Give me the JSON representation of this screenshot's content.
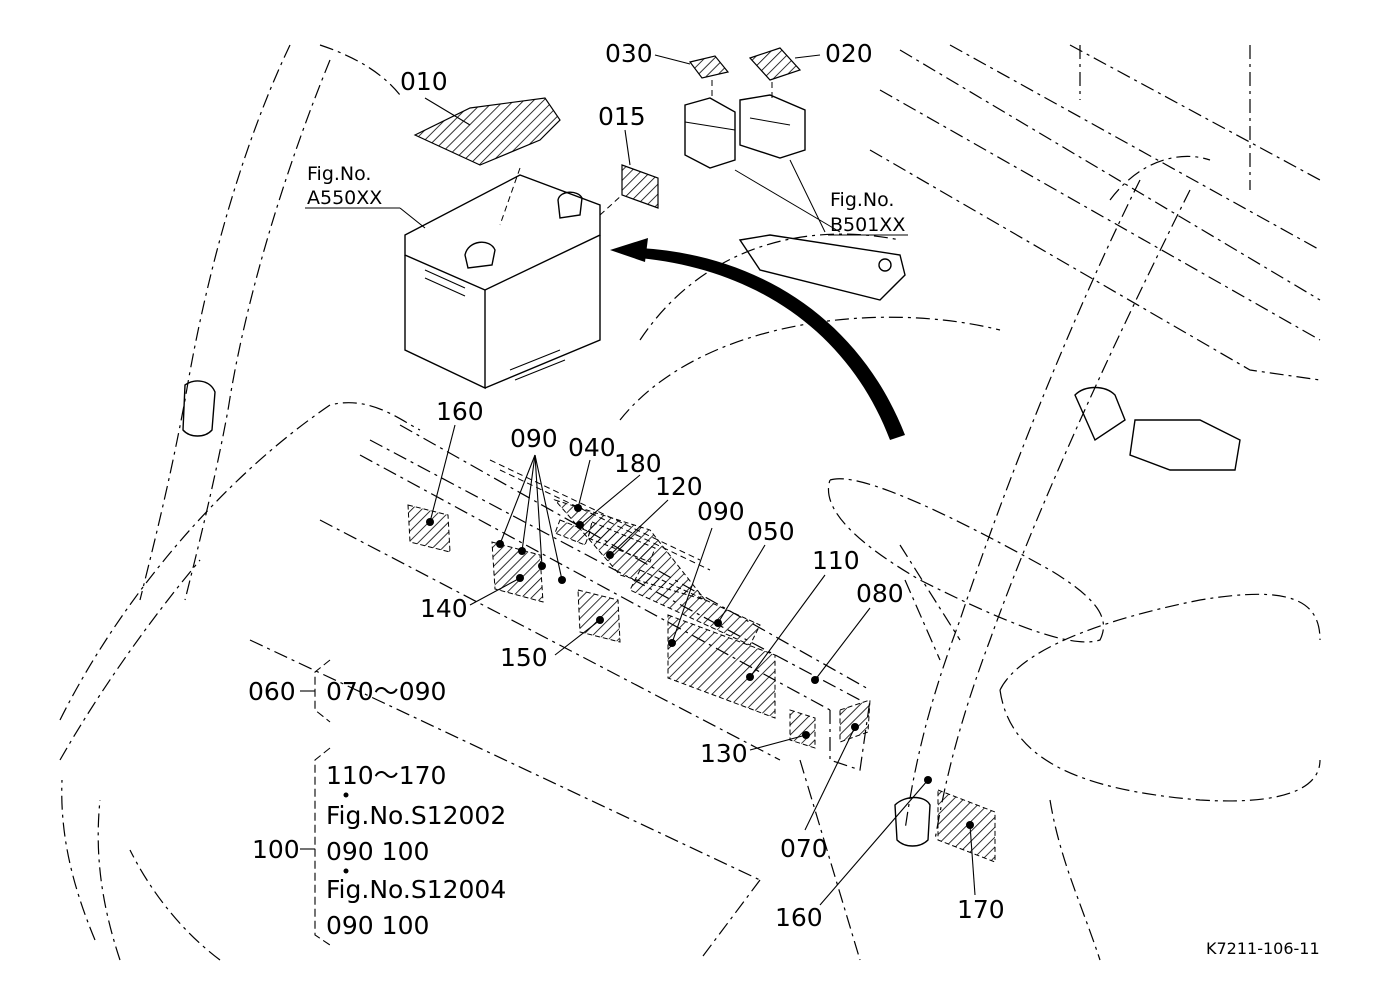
{
  "diagram": {
    "figure_code": "K7211-106-11",
    "labels": {
      "p010": "010",
      "p015": "015",
      "p020": "020",
      "p030": "030",
      "p040": "040",
      "p050": "050",
      "p060": "060",
      "p070": "070",
      "p080": "080",
      "p090a": "090",
      "p090b": "090",
      "p100": "100",
      "p110": "110",
      "p120": "120",
      "p130": "130",
      "p140": "140",
      "p150": "150",
      "p160a": "160",
      "p160b": "160",
      "p170": "170",
      "p180": "180"
    },
    "refs": {
      "battery_fig_line1": "Fig.No.",
      "battery_fig_line2": "A550XX",
      "fuse_fig_line1": "Fig.No.",
      "fuse_fig_line2": "B501XX"
    },
    "groups": {
      "g060_range": "070～090",
      "g100_range": "110～170",
      "g100_fig1": "Fig.No.S12002",
      "g100_fig1_parts": "090  100",
      "g100_fig2": "Fig.No.S12004",
      "g100_fig2_parts": "090  100"
    }
  }
}
